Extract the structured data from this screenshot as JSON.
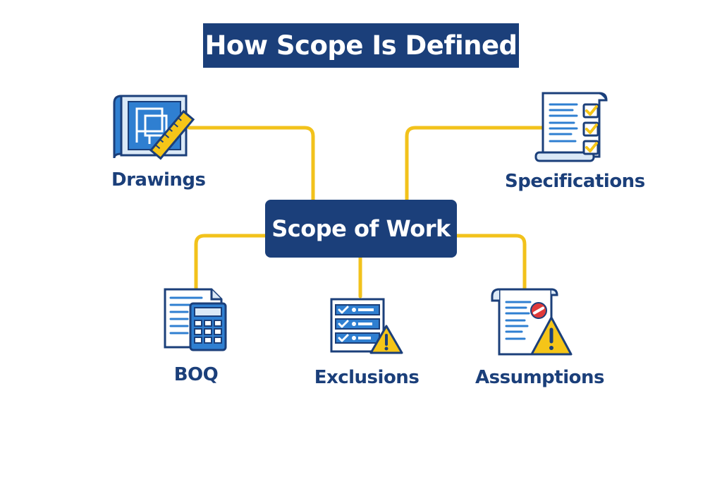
{
  "title": "How Scope Is Defined",
  "center": {
    "label": "Scope of Work"
  },
  "nodes": [
    {
      "id": "drawings",
      "label": "Drawings",
      "icon": "blueprint-ruler-icon"
    },
    {
      "id": "specifications",
      "label": "Specifications",
      "icon": "checklist-document-icon"
    },
    {
      "id": "boq",
      "label": "BOQ",
      "icon": "calculator-document-icon"
    },
    {
      "id": "exclusions",
      "label": "Exclusions",
      "icon": "checklist-warning-icon"
    },
    {
      "id": "assumptions",
      "label": "Assumptions",
      "icon": "document-warning-icon"
    }
  ],
  "colors": {
    "navy": "#1b3f7a",
    "connector": "#f2c21b",
    "icon_blue": "#2f7fd1",
    "light_blue": "#dbe9f7",
    "warning_yellow": "#f5c518",
    "stop_red": "#e03a3a"
  }
}
